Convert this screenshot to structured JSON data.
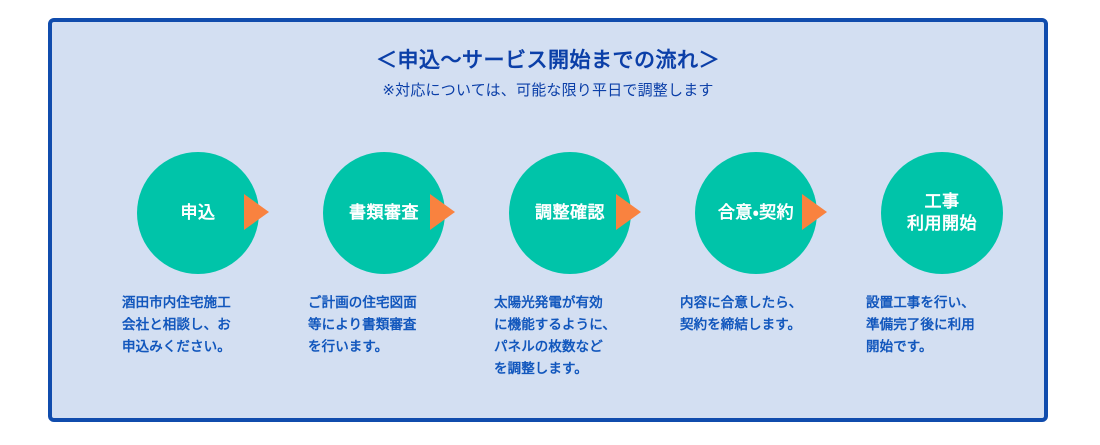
{
  "panel": {
    "title": "＜申込〜サービス開始までの流れ＞",
    "subtitle": "※対応については、可能な限り平日で調整します",
    "background_color": "#d3dff2",
    "border_color": "#104cad"
  },
  "theme": {
    "circle_color": "#00c4a9",
    "circle_label_color": "#ffffff",
    "arrow_color": "#f9823f",
    "caption_color": "#1257bd",
    "title_color": "#0b3fa8"
  },
  "steps": [
    {
      "label": "申込",
      "caption": "酒田市内住宅施工\n会社と相談し、お\n申込みください。"
    },
    {
      "label": "書類審査",
      "caption": "ご計画の住宅図面\n等により書類審査\nを行います。"
    },
    {
      "label": "調整確認",
      "caption": "太陽光発電が有効\nに機能するように、\nパネルの枚数など\nを調整します。"
    },
    {
      "label": "合意・契約",
      "caption": "内容に合意したら、\n契約を締結します。"
    },
    {
      "label": "工事\n利用開始",
      "caption": "設置工事を行い、\n準備完了後に利用\n開始です。"
    }
  ],
  "arrows": [
    {
      "name": "arrow-申込-to-書類審査"
    },
    {
      "name": "arrow-書類審査-to-調整確認"
    },
    {
      "name": "arrow-調整確認-to-合意・契約"
    },
    {
      "name": "arrow-合意・契約-to-工事利用開始"
    }
  ]
}
